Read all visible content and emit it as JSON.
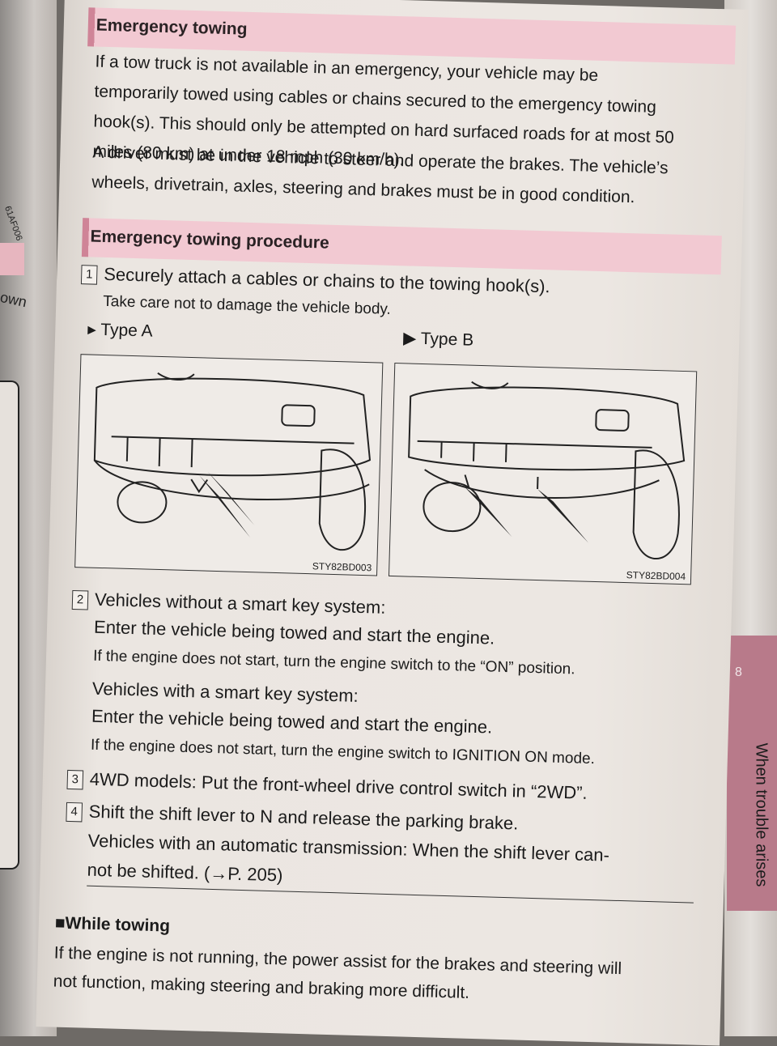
{
  "left_edge": {
    "code": "61AF006",
    "word": "own"
  },
  "thumb_tab": {
    "number": "8",
    "chapter": "When trouble arises"
  },
  "section1": {
    "title": "Emergency towing",
    "paragraph1": "If a tow truck is not available in an emergency, your vehicle may be temporarily towed using cables or chains secured to the emergency towing hook(s). This should only be attempted on hard surfaced roads for at most 50 miles (80 km) at under 18 mph (30 km/h).",
    "paragraph2": "A driver must be in the vehicle to steer and operate the brakes. The vehicle’s wheels, drivetrain, axles, steering and brakes must be in good condition."
  },
  "section2": {
    "title": "Emergency towing procedure"
  },
  "steps": [
    {
      "num": "1",
      "lines": [
        "Securely attach a cables or chains to the towing hook(s)."
      ],
      "sub": [
        "Take care not to damage the vehicle body."
      ]
    },
    {
      "num": "2",
      "lines": [
        "Vehicles without a smart key system:",
        "Enter the vehicle being towed and start the engine."
      ],
      "sub": [
        "If the engine does not start, turn the engine switch to the “ON” position."
      ],
      "lines2": [
        "Vehicles with a smart key system:",
        "Enter the vehicle being towed and start the engine."
      ],
      "sub2": [
        "If the engine does not start, turn the engine switch to IGNITION ON mode."
      ]
    },
    {
      "num": "3",
      "lines": [
        "4WD models: Put the front-wheel drive control switch in “2WD”."
      ]
    },
    {
      "num": "4",
      "lines": [
        "Shift the shift lever to N and release the parking brake.",
        "Vehicles with an automatic transmission: When the shift lever can-",
        "not be shifted. (→P. 205)"
      ]
    }
  ],
  "figures": [
    {
      "label": "Type A",
      "code": "STY82BD003"
    },
    {
      "label": "Type B",
      "code": "STY82BD004"
    }
  ],
  "note": {
    "title": "While towing",
    "text_line1": "If the engine is not running, the power assist for the brakes and steering will",
    "text_line2": "not function, making steering and braking more difficult."
  }
}
